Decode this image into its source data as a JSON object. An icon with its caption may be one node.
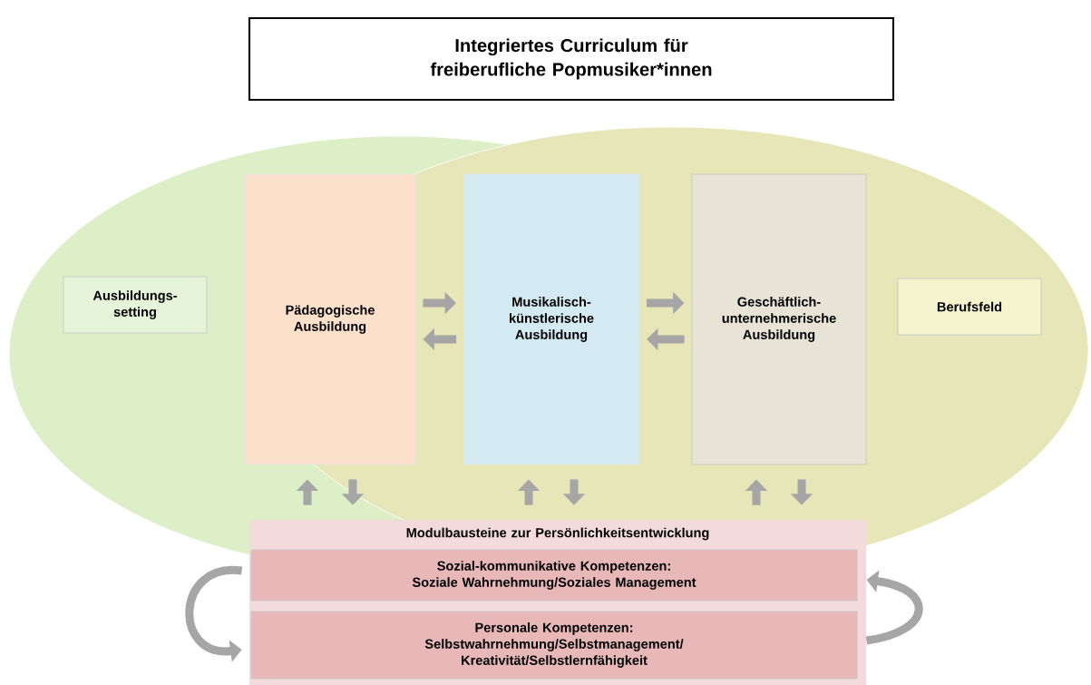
{
  "diagram": {
    "title": "Integriertes Curriculum für freiberufliche Popmusiker*innen",
    "nodes": [
      {
        "text": [],
        "shape": "ellipse"
      },
      {
        "text": [],
        "shape": "ellipse"
      },
      {
        "text": [
          "Ausbildungs-setting"
        ],
        "in": 0
      },
      {
        "text": [
          "Pädagogische Ausbildung"
        ]
      },
      {
        "text": [
          "Musikalisch-künstlerische Ausbildung"
        ]
      },
      {
        "text": [
          "Geschäftlich-unternehmerische Ausbildung"
        ],
        "in": 1
      },
      {
        "text": [
          "Berufsfeld"
        ],
        "in": 1
      },
      {
        "text": [
          "Modulbausteine zur Persönlichkeitsentwicklung"
        ]
      },
      {
        "text": [
          "Sozial-kommunikative Kompetenzen: Soziale Wahrnehmung/Soziales Management"
        ],
        "in": 7
      },
      {
        "text": [
          "Personale Kompetenzen: Selbstwahrnehmung/Selbstmanagement/ Kreativität/Selbstlernfähigkeit"
        ],
        "in": 7
      }
    ],
    "edges": [
      {
        "from": 3,
        "to": 4,
        "arrow": "to"
      },
      {
        "from": 4,
        "to": 3,
        "arrow": "to"
      },
      {
        "from": 4,
        "to": 5,
        "arrow": "to"
      },
      {
        "from": 5,
        "to": 4,
        "arrow": "to"
      },
      {
        "from": 7,
        "to": 3,
        "arrow": "to"
      },
      {
        "from": 3,
        "to": 7,
        "arrow": "to"
      },
      {
        "from": 7,
        "to": 4,
        "arrow": "to"
      },
      {
        "from": 4,
        "to": 7,
        "arrow": "to"
      },
      {
        "from": 7,
        "to": 5,
        "arrow": "to"
      },
      {
        "from": 5,
        "to": 7,
        "arrow": "to"
      },
      {
        "from": 8,
        "to": 9,
        "arrow": "to"
      },
      {
        "from": 9,
        "to": 8,
        "arrow": "to"
      }
    ]
  }
}
